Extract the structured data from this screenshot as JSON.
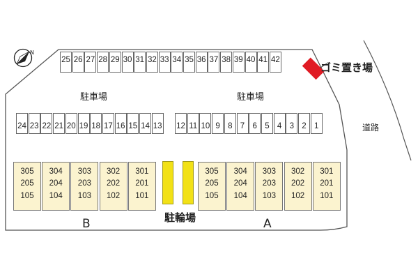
{
  "labels": {
    "parking_top": "駐車場",
    "parking_right": "駐車場",
    "garbage": "ゴミ置き場",
    "road": "道路",
    "bicycle": "駐輪場",
    "building_b": "B",
    "building_a": "A"
  },
  "compass": {
    "letter": "N",
    "icon": "north-arrow-icon"
  },
  "top_spaces": [
    "25",
    "26",
    "27",
    "28",
    "29",
    "30",
    "31",
    "32",
    "33",
    "34",
    "35",
    "36",
    "37",
    "38",
    "39",
    "40",
    "41",
    "42"
  ],
  "middle_left_spaces": [
    "24",
    "23",
    "22",
    "21",
    "20",
    "19",
    "18",
    "17",
    "16",
    "15",
    "14",
    "13"
  ],
  "middle_right_spaces": [
    "12",
    "11",
    "10",
    "9",
    "8",
    "7",
    "6",
    "5",
    "4",
    "3",
    "2",
    "1"
  ],
  "building_b_units": [
    [
      "305",
      "205",
      "105"
    ],
    [
      "304",
      "204",
      "104"
    ],
    [
      "303",
      "203",
      "103"
    ],
    [
      "302",
      "202",
      "102"
    ],
    [
      "301",
      "201",
      "101"
    ]
  ],
  "building_a_units": [
    [
      "305",
      "205",
      "105"
    ],
    [
      "304",
      "204",
      "104"
    ],
    [
      "303",
      "203",
      "103"
    ],
    [
      "302",
      "202",
      "102"
    ],
    [
      "301",
      "201",
      "101"
    ]
  ],
  "colors": {
    "garbage": "#e01b24",
    "bicycle": "#f2e116",
    "unit_fill": "#fbf3cf"
  }
}
